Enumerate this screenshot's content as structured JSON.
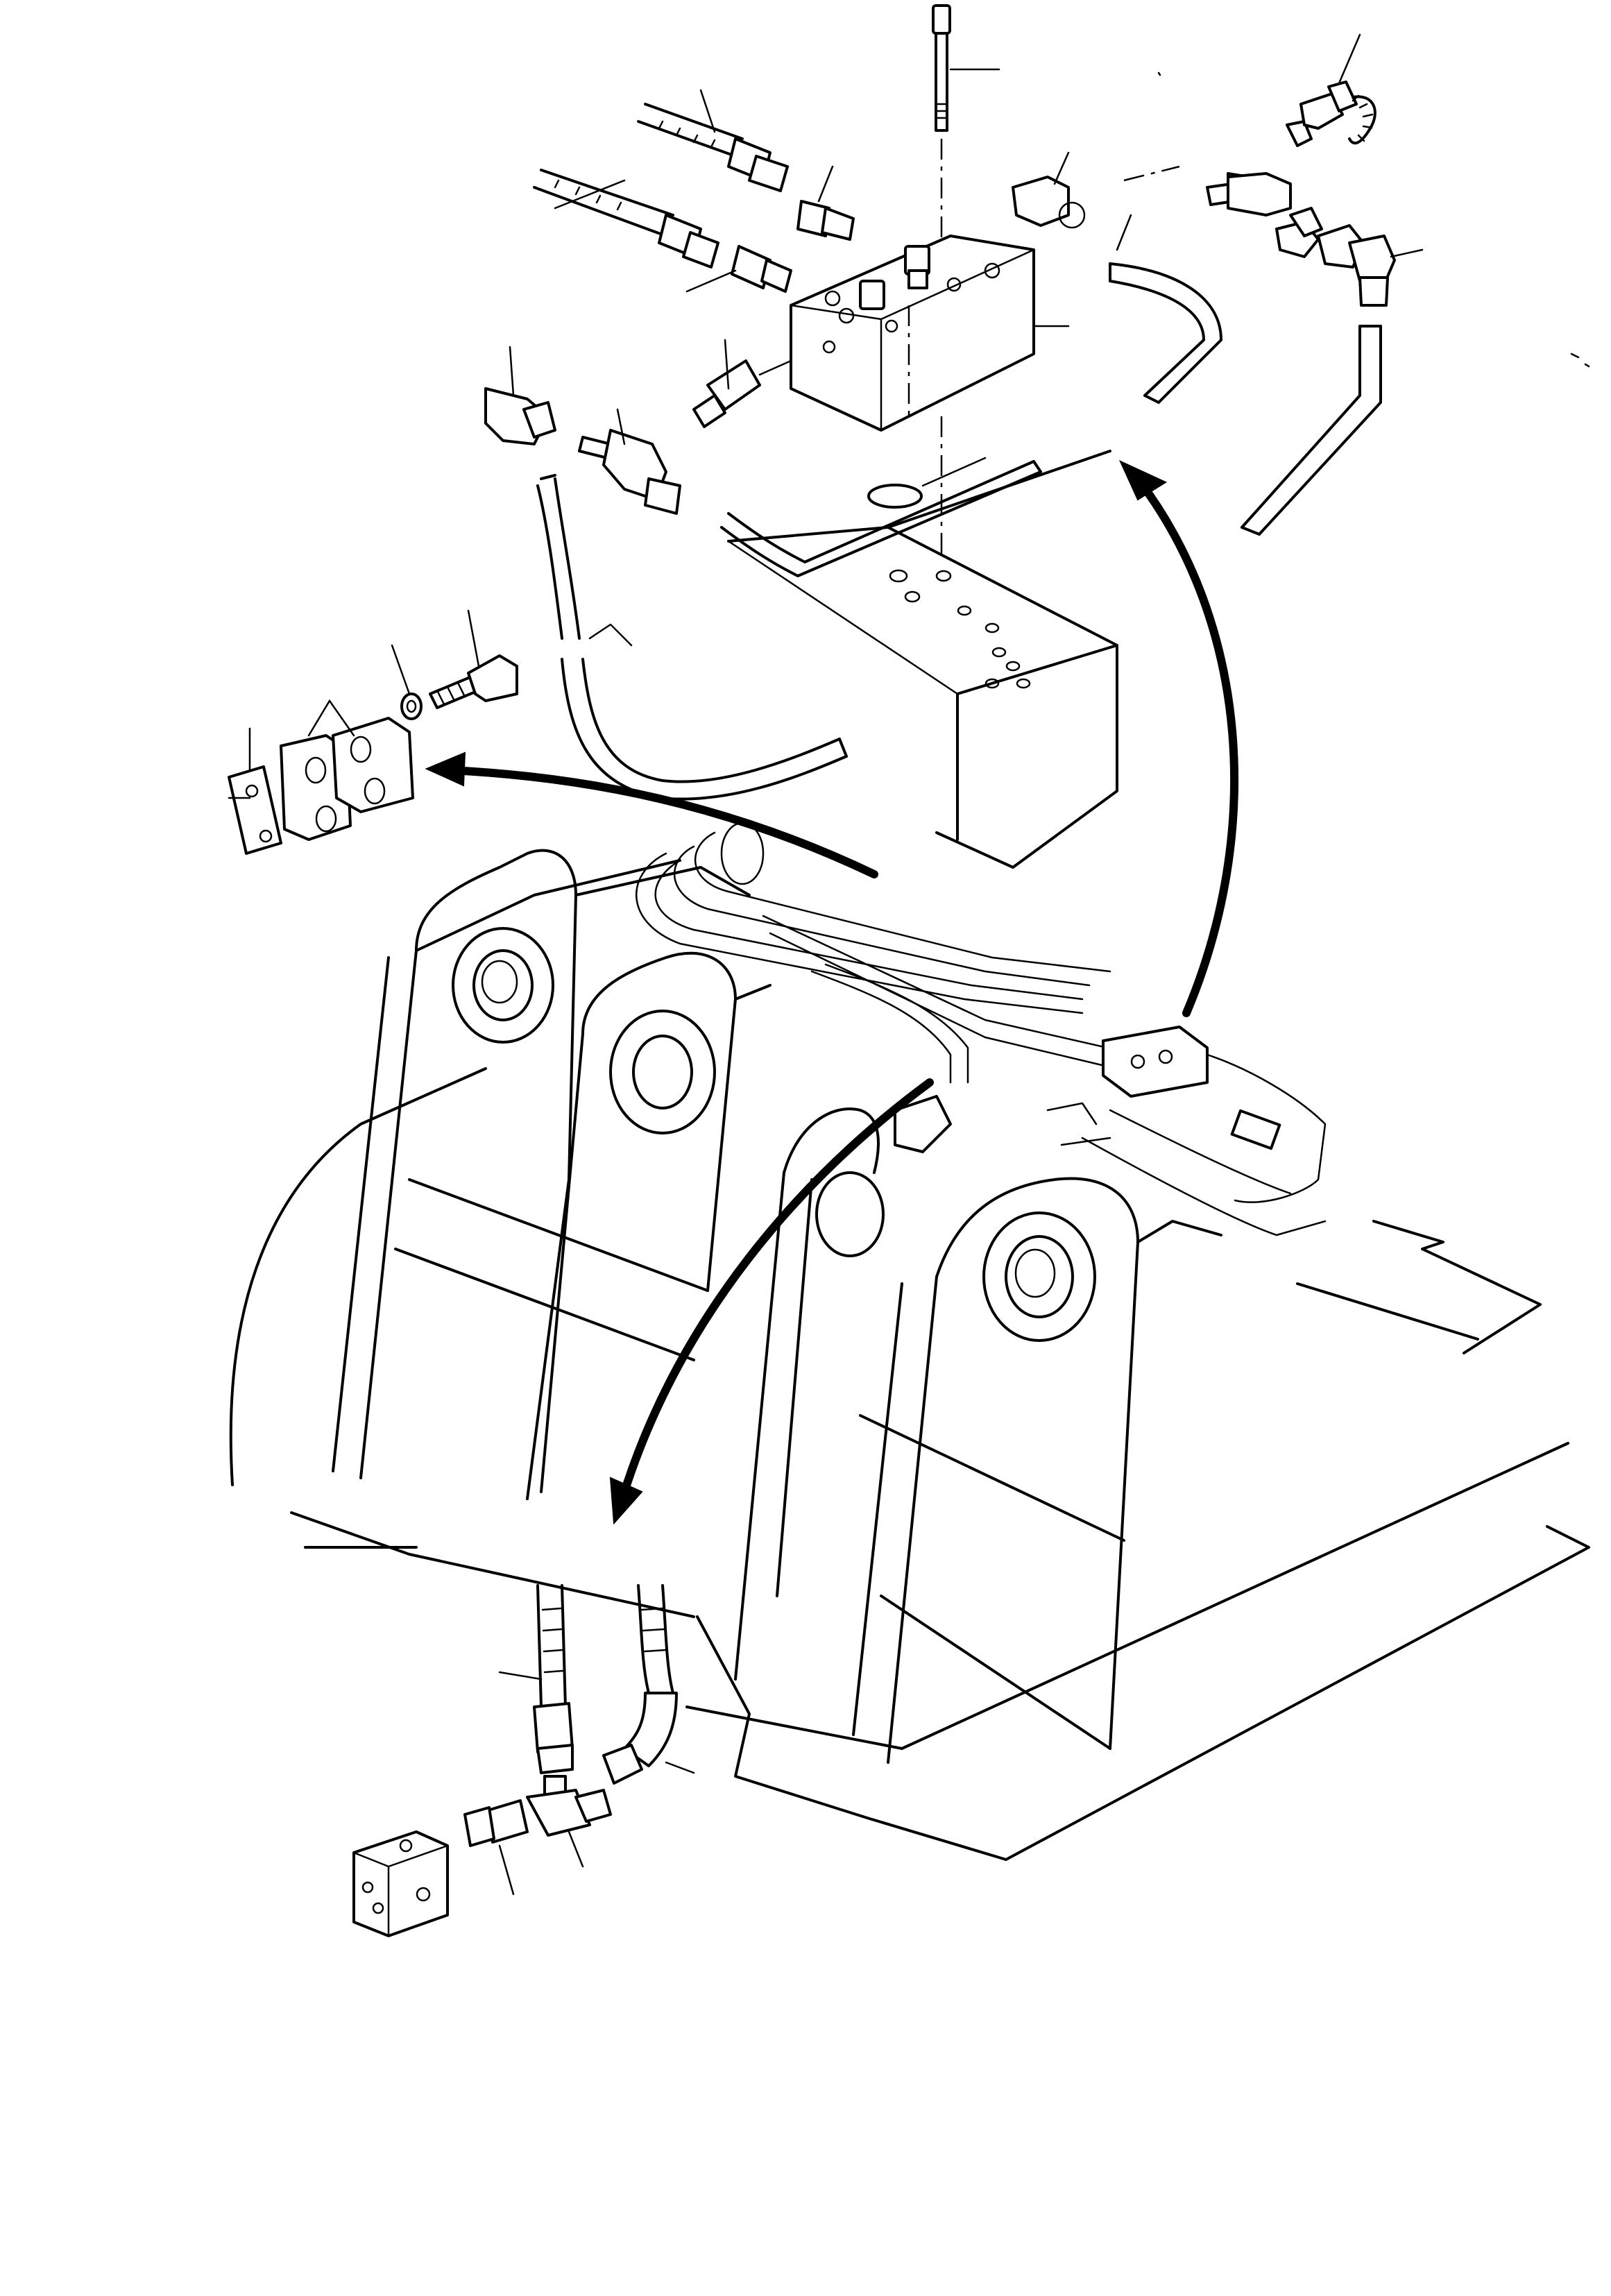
{
  "diagram": {
    "kind": "exploded-parts-illustration",
    "line_color": "#000000",
    "background_color": "#ffffff",
    "groups": [
      "valve-block-assembly",
      "bolt-on-fitting-kit",
      "hose-clamp-set",
      "boom-structure",
      "routed-hose-bundle",
      "lower-tee-connection"
    ],
    "arrows": [
      {
        "name": "arrow-to-valve-block",
        "target": "valve-block-assembly"
      },
      {
        "name": "arrow-to-clamp-set",
        "target": "hose-clamp-set"
      },
      {
        "name": "arrow-to-lower-tee",
        "target": "lower-tee-connection"
      }
    ]
  }
}
